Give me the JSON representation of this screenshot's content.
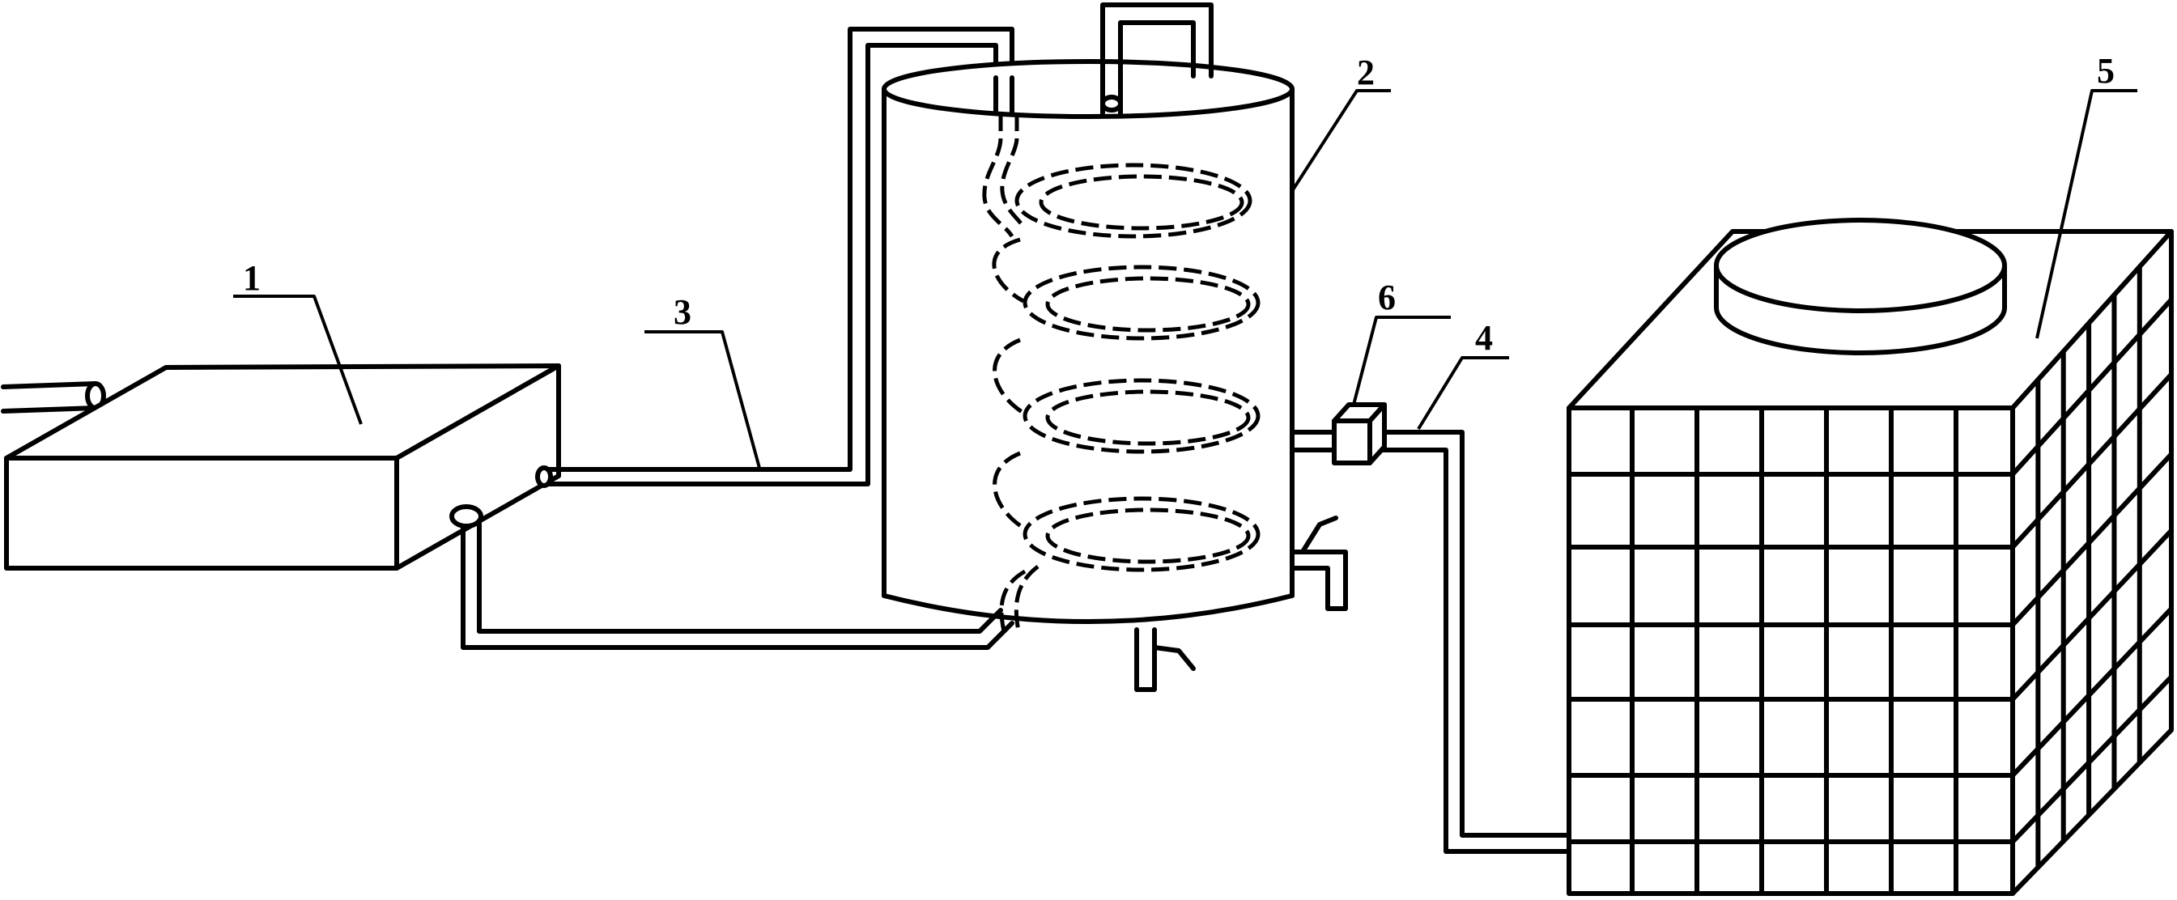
{
  "labels": {
    "water_tank": "1",
    "storage_tank": "2",
    "pipe_3": "3",
    "pipe_4": "4",
    "heat_pump_unit": "5",
    "valve": "6"
  },
  "colors": {
    "line": "#000000",
    "background": "#ffffff"
  }
}
